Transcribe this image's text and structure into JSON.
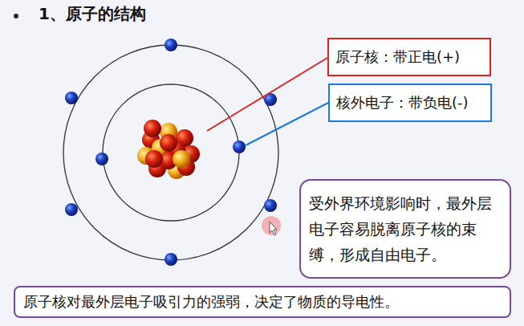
{
  "diagram": {
    "title": "1、原子的结构",
    "nodes": [
      {
        "text": [
          "原子核：带正电(+)"
        ]
      },
      {
        "text": [
          "核外电子：带负电(-)"
        ]
      },
      {
        "text": [
          "受外界环境影响时，最外层电子容易脱离原子核的束缚，形成自由电子。"
        ]
      },
      {
        "text": [
          "原子核对最外层电子吸引力的强弱，决定了物质的导电性。"
        ]
      }
    ]
  }
}
